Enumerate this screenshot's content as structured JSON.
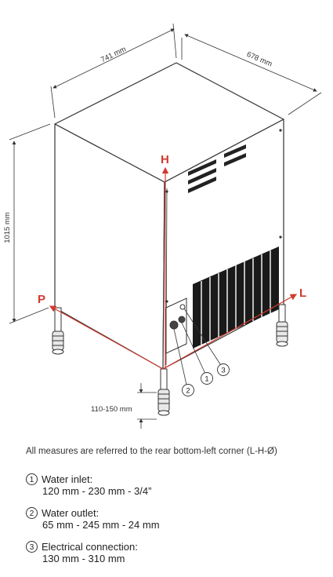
{
  "dimensions": {
    "width": "741 mm",
    "depth": "678 mm",
    "height": "1015 mm",
    "leg_adjust": "110-150 mm"
  },
  "axis_labels": {
    "h": "H",
    "p": "P",
    "l": "L"
  },
  "callouts": [
    "1",
    "2",
    "3"
  ],
  "reference_note": "All measures are referred to the rear bottom-left corner (L-H-Ø)",
  "legend": [
    {
      "num": "1",
      "title": "Water inlet:",
      "detail": "120 mm  - 230 mm  - 3/4”"
    },
    {
      "num": "2",
      "title": "Water outlet:",
      "detail": "65 mm - 245 mm - 24 mm"
    },
    {
      "num": "3",
      "title": "Electrical connection:",
      "detail": "130 mm - 310 mm"
    }
  ],
  "colors": {
    "accent": "#d03a2f",
    "line": "#333333"
  }
}
